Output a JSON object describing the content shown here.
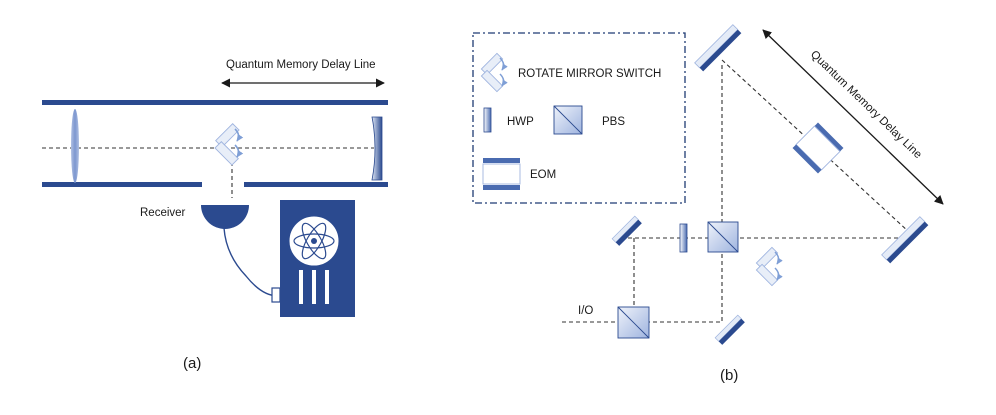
{
  "panel_a": {
    "delay_line_label": "Quantum Memory Delay Line",
    "receiver_label": "Receiver",
    "caption": "(a)"
  },
  "panel_b": {
    "legend": {
      "rotate_mirror_switch": "ROTATE MIRROR SWITCH",
      "hwp": "HWP",
      "pbs": "PBS",
      "eom": "EOM"
    },
    "delay_line_label": "Quantum Memory Delay Line",
    "io_label": "I/O",
    "caption": "(b)"
  },
  "colors": {
    "dark_blue": "#2b4a8f",
    "mid_blue": "#4a6bb0",
    "light_blue": "#c9d6ee",
    "pale_blue": "#e4ebf7",
    "arrow_blue": "#7f9fd6"
  }
}
